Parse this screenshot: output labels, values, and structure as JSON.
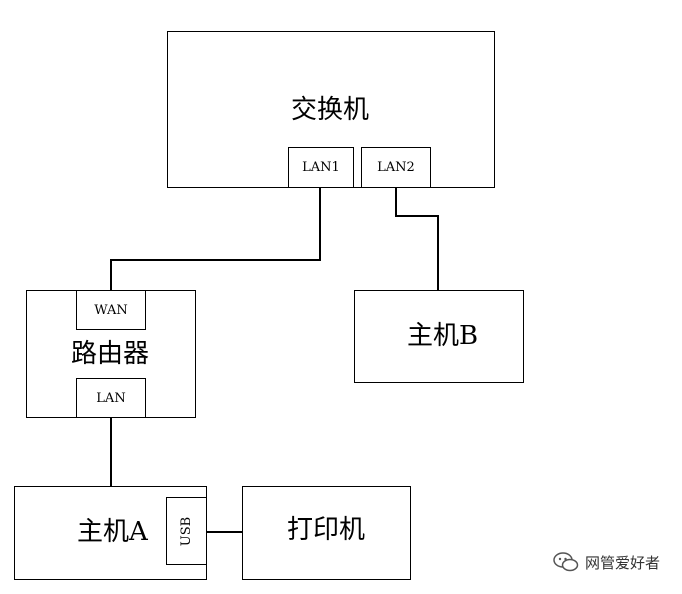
{
  "switch": {
    "label": "交换机",
    "port1": "LAN1",
    "port2": "LAN2"
  },
  "router": {
    "label": "路由器",
    "wan": "WAN",
    "lan": "LAN"
  },
  "host_a": {
    "label": "主机A",
    "usb": "USB"
  },
  "host_b": {
    "label": "主机B"
  },
  "printer": {
    "label": "打印机"
  },
  "watermark": {
    "text": "网管爱好者"
  }
}
